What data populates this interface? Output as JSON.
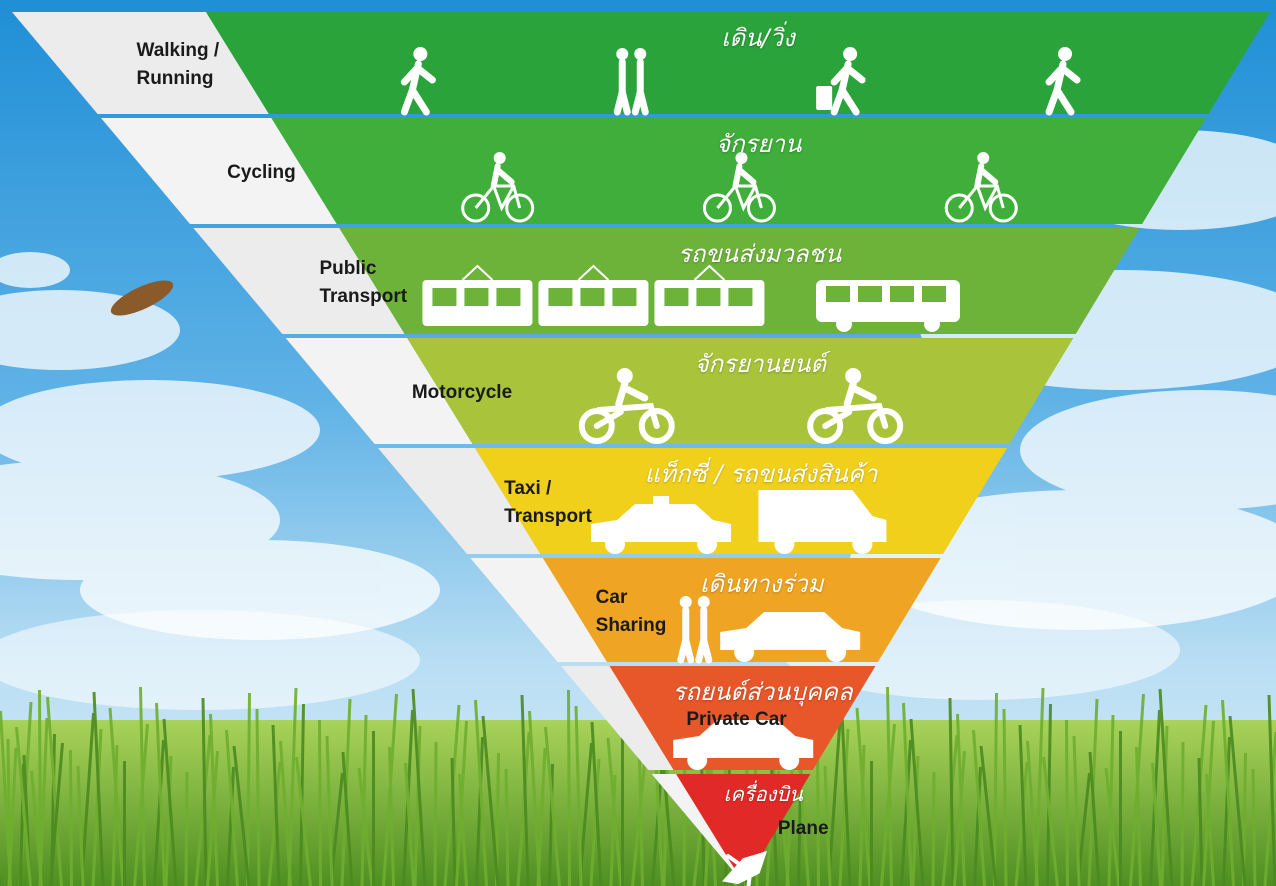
{
  "tiers": [
    {
      "label_lines": [
        "Walking /",
        "Running"
      ],
      "thai": "เดิน/วิ่ง",
      "color": "#2aa33a",
      "icons": [
        "walking-person-icon",
        "two-people-walking-icon",
        "person-pulling-luggage-icon",
        "running-person-icon"
      ]
    },
    {
      "label_lines": [
        "Cycling"
      ],
      "thai": "จักรยาน",
      "color": "#3fae3a",
      "icons": [
        "bicycle-rider-icon",
        "bicycle-rider-icon",
        "bicycle-rider-icon"
      ]
    },
    {
      "label_lines": [
        "Public",
        "Transport"
      ],
      "thai": "รถขนส่งมวลชน",
      "color": "#6db33a",
      "icons": [
        "tram-train-icon",
        "bus-icon"
      ]
    },
    {
      "label_lines": [
        "Motorcycle"
      ],
      "thai": "จักรยานยนต์",
      "color": "#a9c43b",
      "icons": [
        "motorcycle-icon",
        "scooter-icon"
      ]
    },
    {
      "label_lines": [
        "Taxi /",
        "Transport"
      ],
      "thai": "แท็กซี่ / รถขนส่งสินค้า",
      "color": "#f1d01c",
      "icons": [
        "taxi-icon",
        "delivery-van-icon"
      ]
    },
    {
      "label_lines": [
        "Car",
        "Sharing"
      ],
      "thai": "เดินทางร่วม",
      "color": "#efa523",
      "icons": [
        "two-people-icon",
        "car-icon"
      ]
    },
    {
      "label_lines": [
        "Private Car"
      ],
      "thai": "รถยนต์ส่วนบุคคล",
      "color": "#e8572a",
      "icons": [
        "car-icon"
      ]
    },
    {
      "label_lines": [
        "Plane"
      ],
      "thai": "เครื่องบิน",
      "color": "#e12a28",
      "icons": [
        "airplane-icon"
      ]
    }
  ]
}
